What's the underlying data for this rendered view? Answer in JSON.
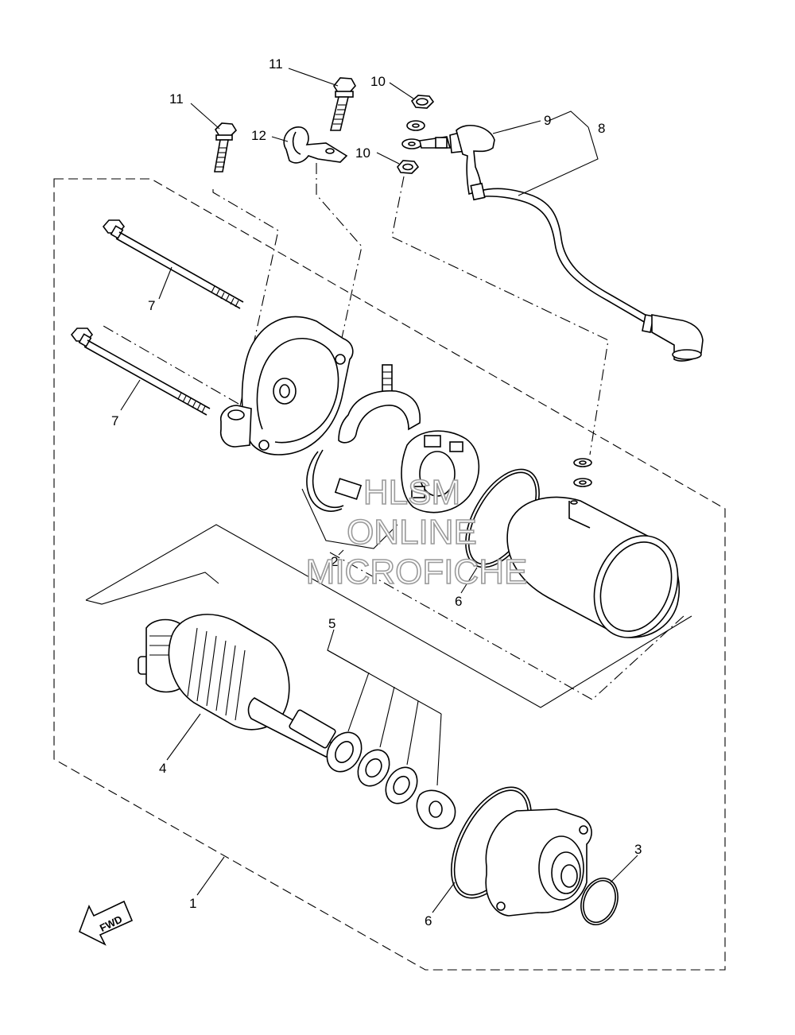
{
  "callouts": {
    "c1": "1",
    "c2": "2",
    "c3": "3",
    "c4": "4",
    "c5": "5",
    "c6a": "6",
    "c6b": "6",
    "c7a": "7",
    "c7b": "7",
    "c8": "8",
    "c9": "9",
    "c10a": "10",
    "c10b": "10",
    "c11a": "11",
    "c11b": "11",
    "c12": "12"
  },
  "watermark": {
    "line1": "HLSM",
    "line2": "ONLINE",
    "line3": "MICROFICHE"
  },
  "direction_arrow": {
    "label": "FWD"
  }
}
